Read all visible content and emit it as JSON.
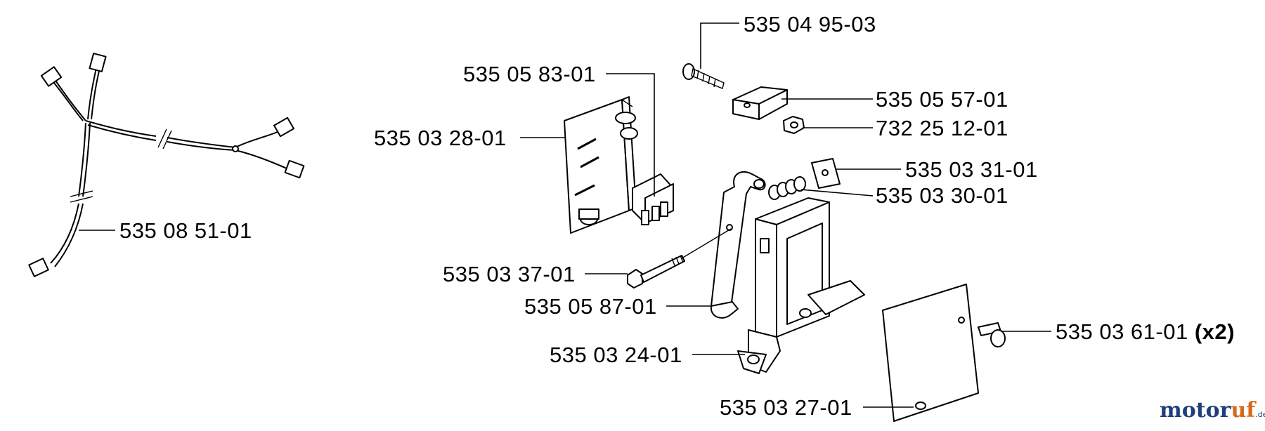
{
  "diagram": {
    "parts": [
      {
        "id": "screw-top",
        "label": "535 04 95-03"
      },
      {
        "id": "switch",
        "label": "535 05 83-01"
      },
      {
        "id": "bracket-small",
        "label": "535 05 57-01"
      },
      {
        "id": "cover-plate",
        "label": "535 03 28-01"
      },
      {
        "id": "nut",
        "label": "732 25 12-01"
      },
      {
        "id": "plate-small",
        "label": "535 03 31-01"
      },
      {
        "id": "spring",
        "label": "535 03 30-01"
      },
      {
        "id": "harness",
        "label": "535 08 51-01"
      },
      {
        "id": "bolt",
        "label": "535 03 37-01"
      },
      {
        "id": "lever",
        "label": "535 05 87-01"
      },
      {
        "id": "screw-right",
        "label": "535 03 61-01",
        "qty": "(x2)"
      },
      {
        "id": "housing",
        "label": "535 03 24-01"
      },
      {
        "id": "plate-large",
        "label": "535 03 27-01"
      }
    ]
  },
  "logo": {
    "part1": "motor",
    "part2": "uf",
    "tld": ".de"
  }
}
